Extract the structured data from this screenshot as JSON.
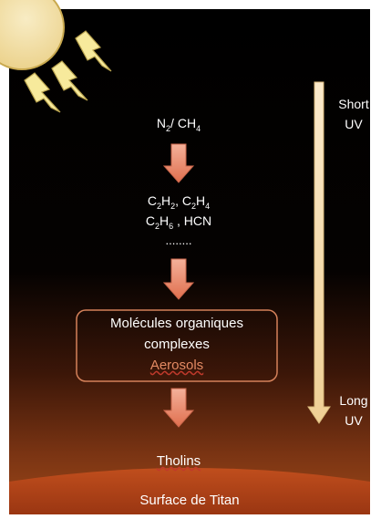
{
  "molecules": {
    "step1": {
      "a": "N",
      "a_sub": "2",
      "sep": "/ ",
      "b": "CH",
      "b_sub": "4"
    },
    "step2_line1": {
      "a": "C",
      "a_sub1": "2",
      "a_mid": "H",
      "a_sub2": "2",
      "sep": ", ",
      "b": "C",
      "b_sub1": "2",
      "b_mid": "H",
      "b_sub2": "4"
    },
    "step2_line2": {
      "a": "C",
      "a_sub1": "2",
      "a_mid": "H",
      "a_sub2": "6",
      "sep": " , ",
      "b": "HCN"
    },
    "step2_line3": "........"
  },
  "box": {
    "line1": "Molécules organiques",
    "line2": "complexes",
    "line3": "Aerosols"
  },
  "tholins": "Tholins",
  "surface": "Surface de Titan",
  "uv": {
    "short_line1": "Short",
    "short_line2": "UV",
    "long_line1": "Long",
    "long_line2": "UV"
  },
  "colors": {
    "sun": "#f3e3b0",
    "ray_fill": "#f7ea9c",
    "arrow_fill": "#e8856a",
    "box_border": "#d5815a",
    "surface": "#b3431a",
    "uv_arrow": "#f4ddb0"
  }
}
